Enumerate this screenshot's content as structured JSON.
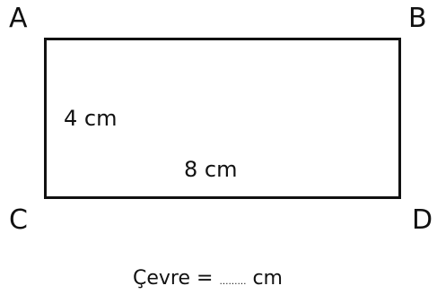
{
  "vertices": {
    "a": "A",
    "b": "B",
    "c": "C",
    "d": "D"
  },
  "sides": {
    "height": "4 cm",
    "width": "8 cm"
  },
  "perimeter": {
    "label": "Çevre",
    "equals": "=",
    "blank": "………",
    "unit": "cm"
  }
}
